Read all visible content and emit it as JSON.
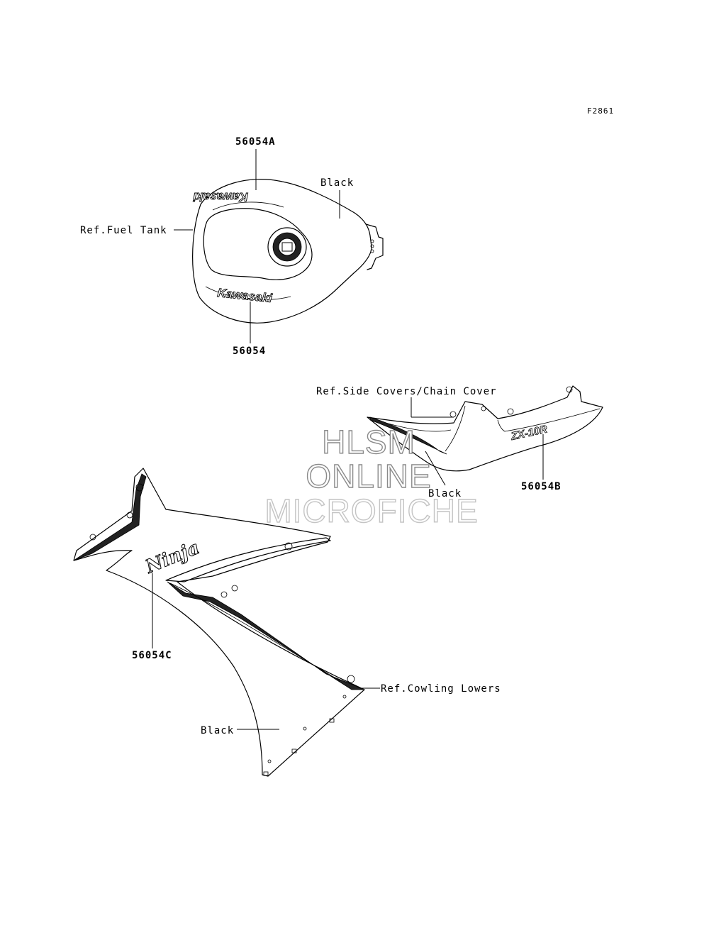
{
  "figure_id": "F2861",
  "labels": {
    "part_56054a": "56054A",
    "part_56054": "56054",
    "part_56054b": "56054B",
    "part_56054c": "56054C",
    "black_tank": "Black",
    "black_tail": "Black",
    "black_cowl": "Black",
    "ref_fuel_tank": "Ref.Fuel Tank",
    "ref_side_covers": "Ref.Side Covers/Chain Cover",
    "ref_cowling_lowers": "Ref.Cowling Lowers"
  },
  "decals": {
    "tank_top": "Kawasaki",
    "tank_bottom": "Kawasaki",
    "tail": "ZX-10R",
    "cowl": "Ninja"
  },
  "watermark": {
    "line1": "HLSM",
    "line2": "ONLINE",
    "line3": "MICROFICHE"
  }
}
